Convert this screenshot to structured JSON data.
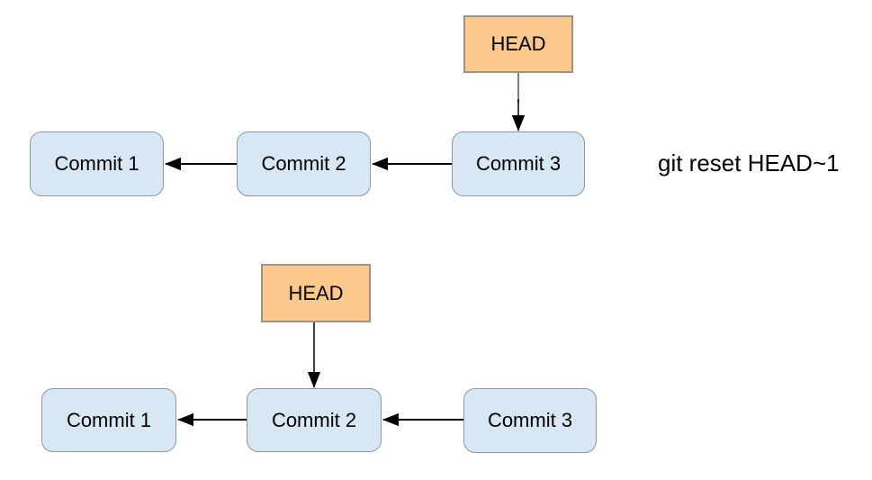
{
  "figure": {
    "caption": "git reset HEAD~1",
    "head_label": "HEAD",
    "colors": {
      "background": "#ffffff",
      "head_fill": "#fcc98d",
      "head_border": "#a0937f",
      "commit_fill": "#d7e7f4",
      "commit_border": "#8e989e",
      "arrow": "#000000",
      "connector_gray": "#808080",
      "text": "#000000"
    },
    "before": {
      "commits": [
        "Commit 1",
        "Commit 2",
        "Commit 3"
      ],
      "head_points_to": "Commit 3"
    },
    "after": {
      "commits": [
        "Commit 1",
        "Commit 2",
        "Commit 3"
      ],
      "head_points_to": "Commit 2"
    }
  }
}
